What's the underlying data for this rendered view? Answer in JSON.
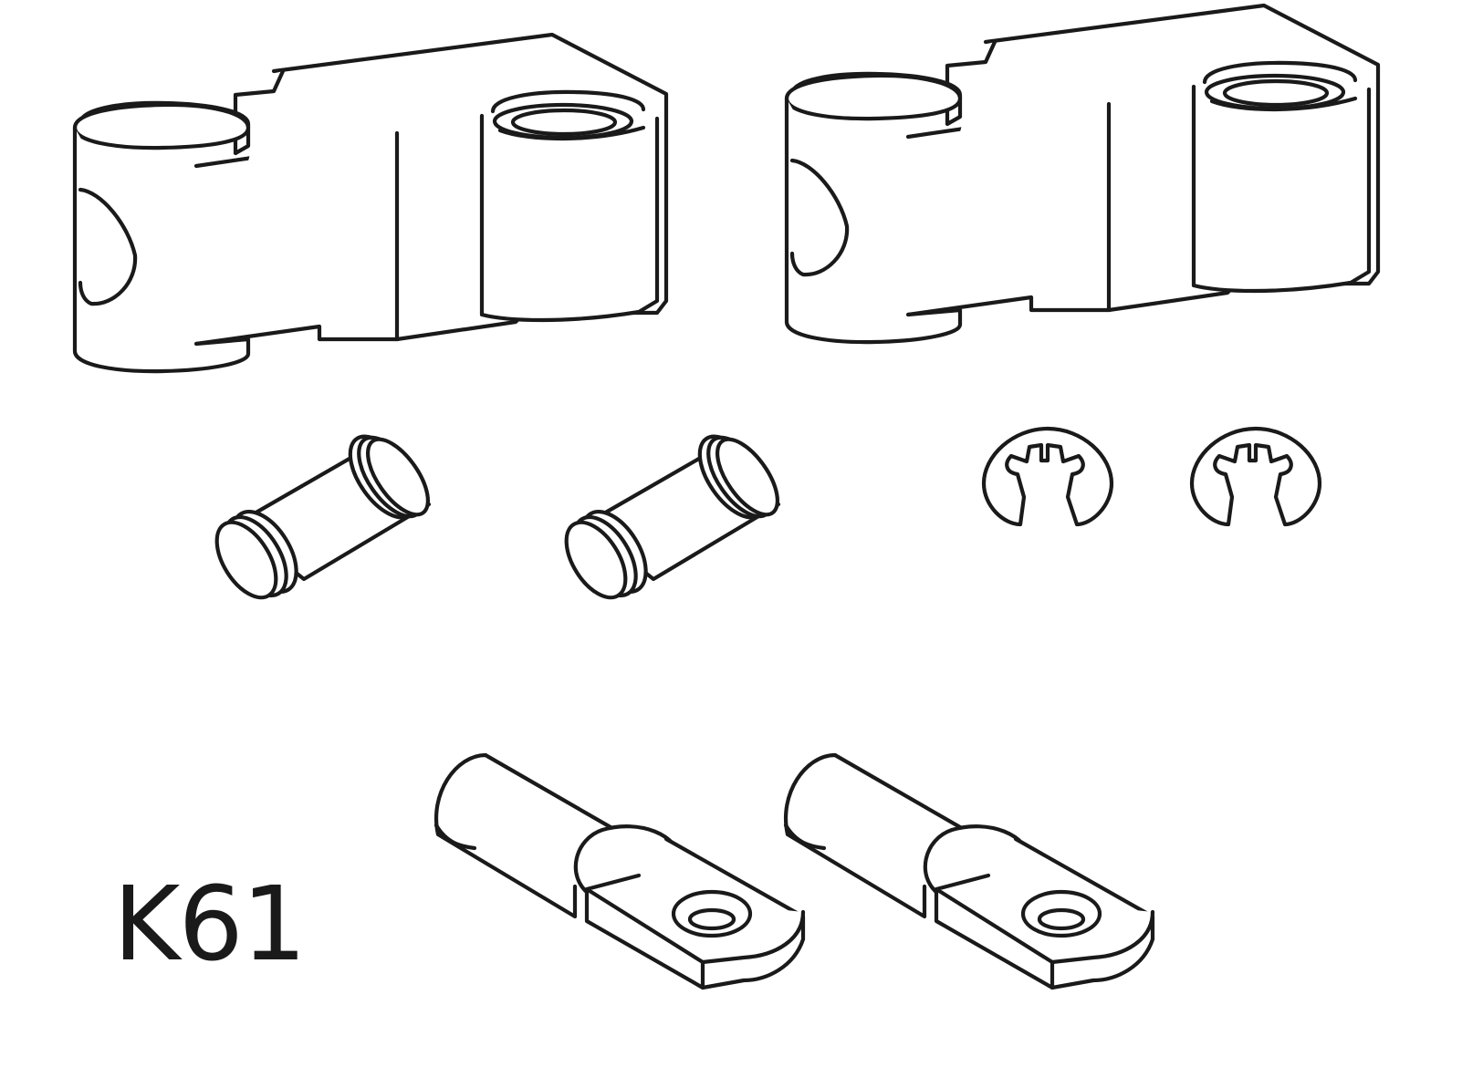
{
  "diagram": {
    "label": "K61",
    "parts": [
      {
        "id": "hinge-bracket",
        "icon": "hinge-bracket-icon",
        "quantity": 2
      },
      {
        "id": "pin-bushing",
        "icon": "bushing-icon",
        "quantity": 2
      },
      {
        "id": "e-clip",
        "icon": "e-clip-icon",
        "quantity": 2
      },
      {
        "id": "cable-lug",
        "icon": "cable-lug-icon",
        "quantity": 2
      }
    ],
    "colors": {
      "line": "#1a1a1a",
      "background": "#ffffff"
    }
  }
}
